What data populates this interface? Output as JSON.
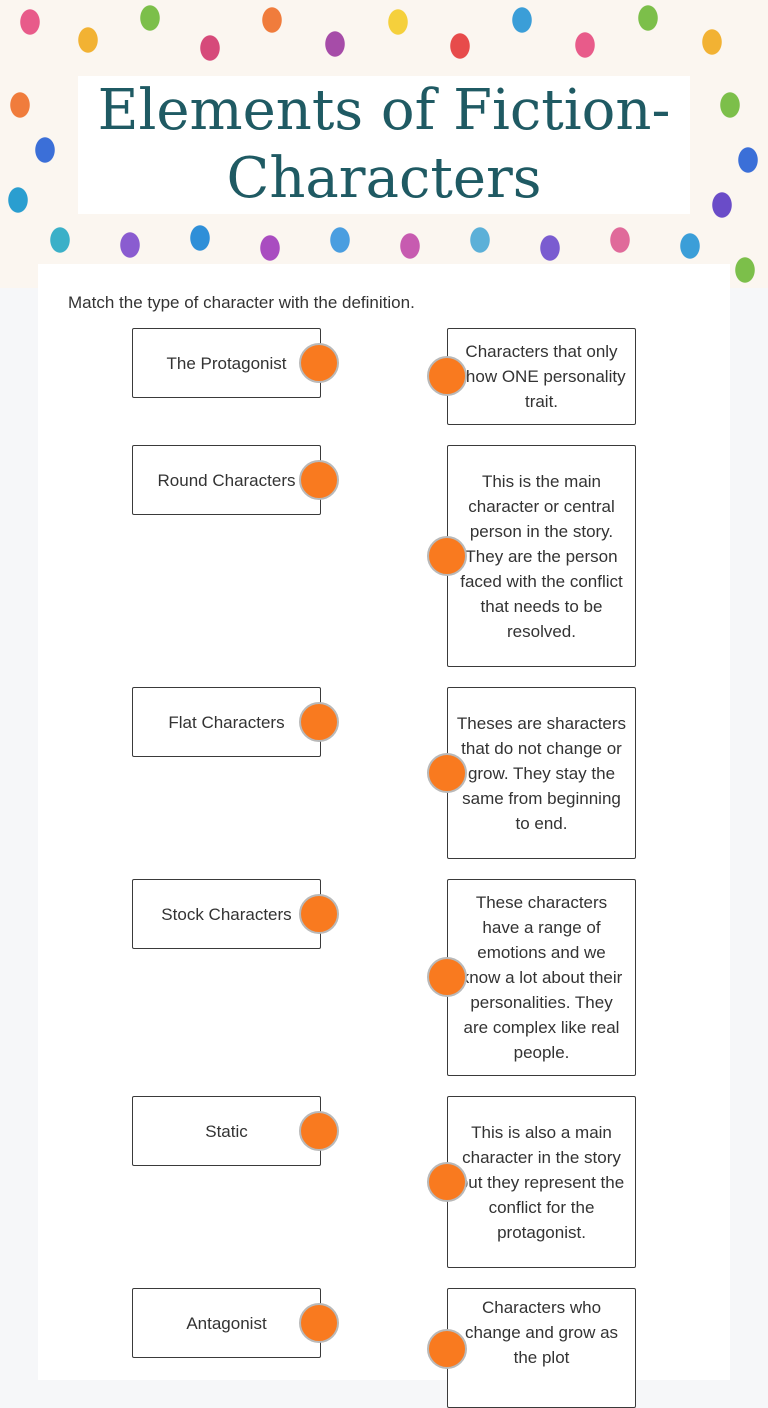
{
  "header": {
    "title_line1": "Elements of Fiction-",
    "title_line2": "Characters"
  },
  "instructions": "Match the type of character with the definition.",
  "colors": {
    "title": "#1f5a63",
    "connector": "#f97a1f"
  },
  "terms": [
    "The Protagonist",
    "Round Characters",
    "Flat Characters",
    "Stock Characters",
    "Static",
    "Antagonist"
  ],
  "definitions": [
    "Characters that only show ONE personality trait.",
    "This is the main character or central person in the story. They are the person faced with the conflict that needs to be resolved.",
    "Theses are sharacters that do not change or grow. They stay the same from beginning to end.",
    "These characters have a range of emotions and we know a lot about their personalities. They are complex like real people.",
    "This is also a main character in the story but they represent the conflict for the protagonist.",
    "Characters who change and grow as the plot"
  ]
}
